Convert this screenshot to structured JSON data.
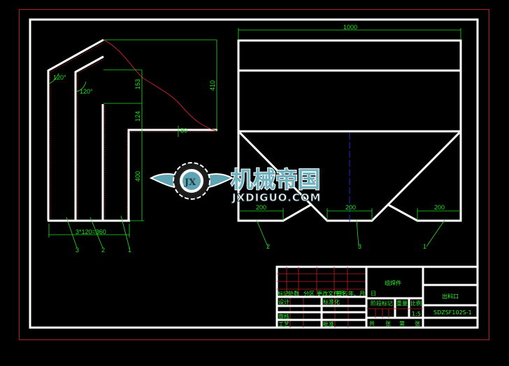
{
  "drawing": {
    "background": "#000000",
    "outer_border_color": "#b0202a",
    "inner_border_color": "#ffffff",
    "dimension_color": "#22e022",
    "curve_color": "#c0202a",
    "centerline_color": "#1a2ad0"
  },
  "side_view": {
    "angle_1": "120°",
    "angle_2": "120°",
    "dim_153": "153",
    "dim_124": "124",
    "dim_410": "410",
    "dim_400": "400",
    "dim_small": "80",
    "dim_bottom": "3*120=360",
    "callouts": [
      "3",
      "2",
      "1"
    ]
  },
  "front_view": {
    "dim_top": "1000",
    "dim_outlets": [
      "200",
      "200",
      "200"
    ],
    "callouts": [
      "2",
      "3",
      "1"
    ]
  },
  "watermark": {
    "cn": "机械帝国",
    "en": "JXDIGUO.COM",
    "emblem": "JX"
  },
  "title_block": {
    "rev_headers": [
      "标记",
      "处数",
      "分区",
      "更改文件号",
      "签名",
      "年、月、日"
    ],
    "rows_left": [
      "设计",
      "",
      "审核",
      "工艺"
    ],
    "rows_mid": [
      "标准化",
      "",
      "",
      "批准"
    ],
    "material": "组焊件",
    "stage_label": "阶段标记",
    "weight_label": "重量",
    "scale_label": "比例",
    "scale_value": "1:5",
    "sheet_labels": [
      "共",
      "张",
      "第",
      "张"
    ],
    "part_name": "出料口",
    "drawing_number": "SDZSF102S-1"
  }
}
